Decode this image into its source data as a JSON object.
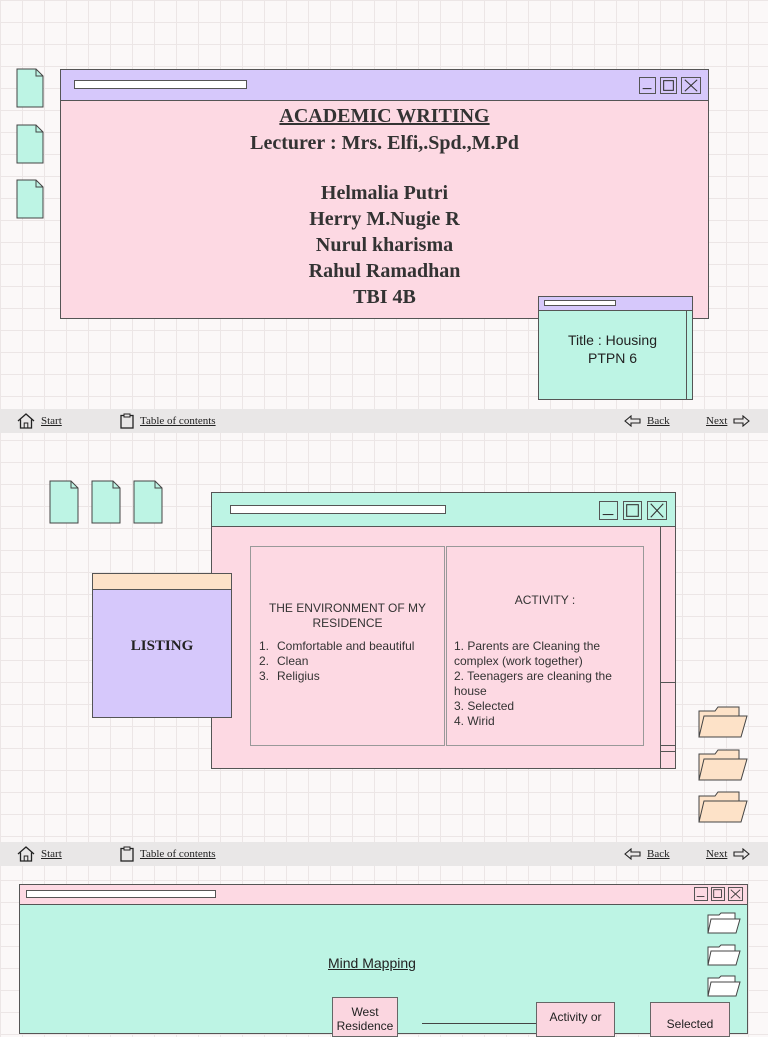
{
  "slide1": {
    "title": "ACADEMIC WRITING",
    "lecturer": "Lecturer : Mrs. Elfi,.Spd.,M.Pd",
    "members": [
      "Helmalia Putri",
      "Herry M.Nugie R",
      "Nurul kharisma",
      "Rahul Ramadhan",
      "TBI 4B"
    ],
    "topic_line1": "Title : Housing",
    "topic_line2": "PTPN 6"
  },
  "slide2": {
    "label": "LISTING",
    "col1_heading": "THE ENVIRONMENT OF MY RESIDENCE",
    "col1_items": [
      "Comfortable and beautiful",
      "Clean",
      "Religius"
    ],
    "col2_heading": "ACTIVITY :",
    "col2_lines": [
      "1. Parents are Cleaning the complex (work    together)",
      "2. Teenagers are cleaning the house",
      "3. Selected",
      "4. Wirid"
    ]
  },
  "slide3": {
    "heading": "Mind Mapping",
    "box_west": "West Residence",
    "box_activity": "Activity or",
    "box_selected": "Selected"
  },
  "nav": {
    "start": "Start",
    "toc": "Table of contents",
    "back": "Back",
    "next": "Next"
  },
  "colors": {
    "pink": "#fdd9e3",
    "lavender": "#d6c8fb",
    "mint": "#bdf4e4",
    "peach": "#fde2c8",
    "navbar": "#e9e7e7"
  }
}
